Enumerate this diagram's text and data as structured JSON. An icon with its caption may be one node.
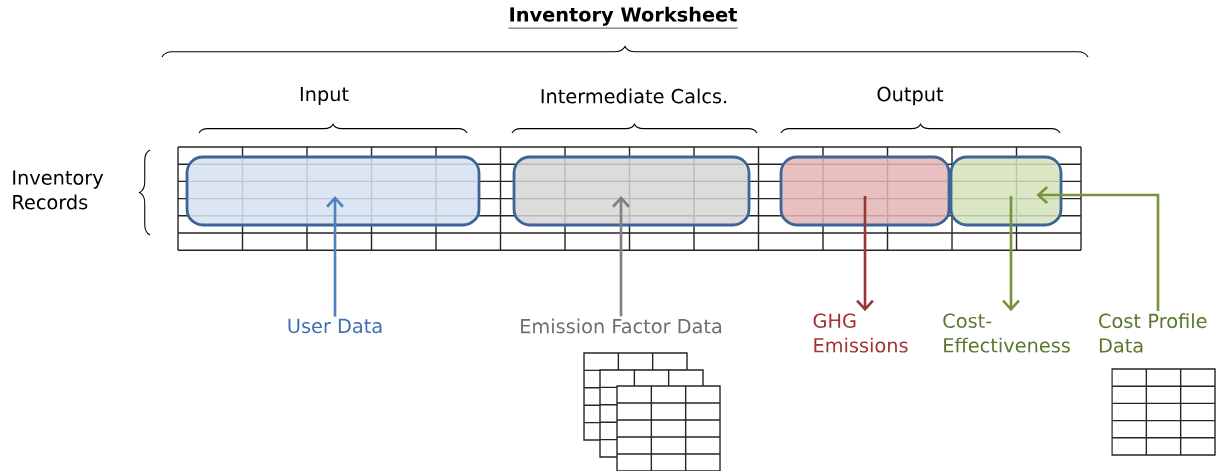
{
  "diagram": {
    "title": "Inventory Worksheet",
    "nodes": [
      {
        "text": [],
        "shape": "box"
      },
      {
        "text": [],
        "shape": "box"
      },
      {
        "text": [],
        "shape": "box"
      },
      {
        "text": [],
        "shape": "box"
      },
      {
        "text": [
          "User Data"
        ]
      },
      {
        "text": [
          "Emission Factor Data"
        ]
      },
      {
        "text": [
          "GHG Emissions"
        ]
      },
      {
        "text": [
          "Cost-Effectiveness"
        ]
      },
      {
        "text": [
          "Cost Profile Data"
        ]
      }
    ],
    "edges": [
      {
        "from": 4,
        "to": 0,
        "arrow": "to",
        "color": "#4f81bd"
      },
      {
        "from": 5,
        "to": 1,
        "arrow": "to",
        "color": "#808080"
      },
      {
        "from": 2,
        "to": 6,
        "arrow": "to",
        "color": "#953735"
      },
      {
        "from": 3,
        "to": 7,
        "arrow": "to",
        "color": "#77933c"
      },
      {
        "from": 8,
        "to": 3,
        "arrow": "to",
        "color": "#77933c"
      }
    ],
    "labels": [
      "Input",
      "Intermediate Calcs.",
      "Output",
      "Inventory Records"
    ]
  }
}
